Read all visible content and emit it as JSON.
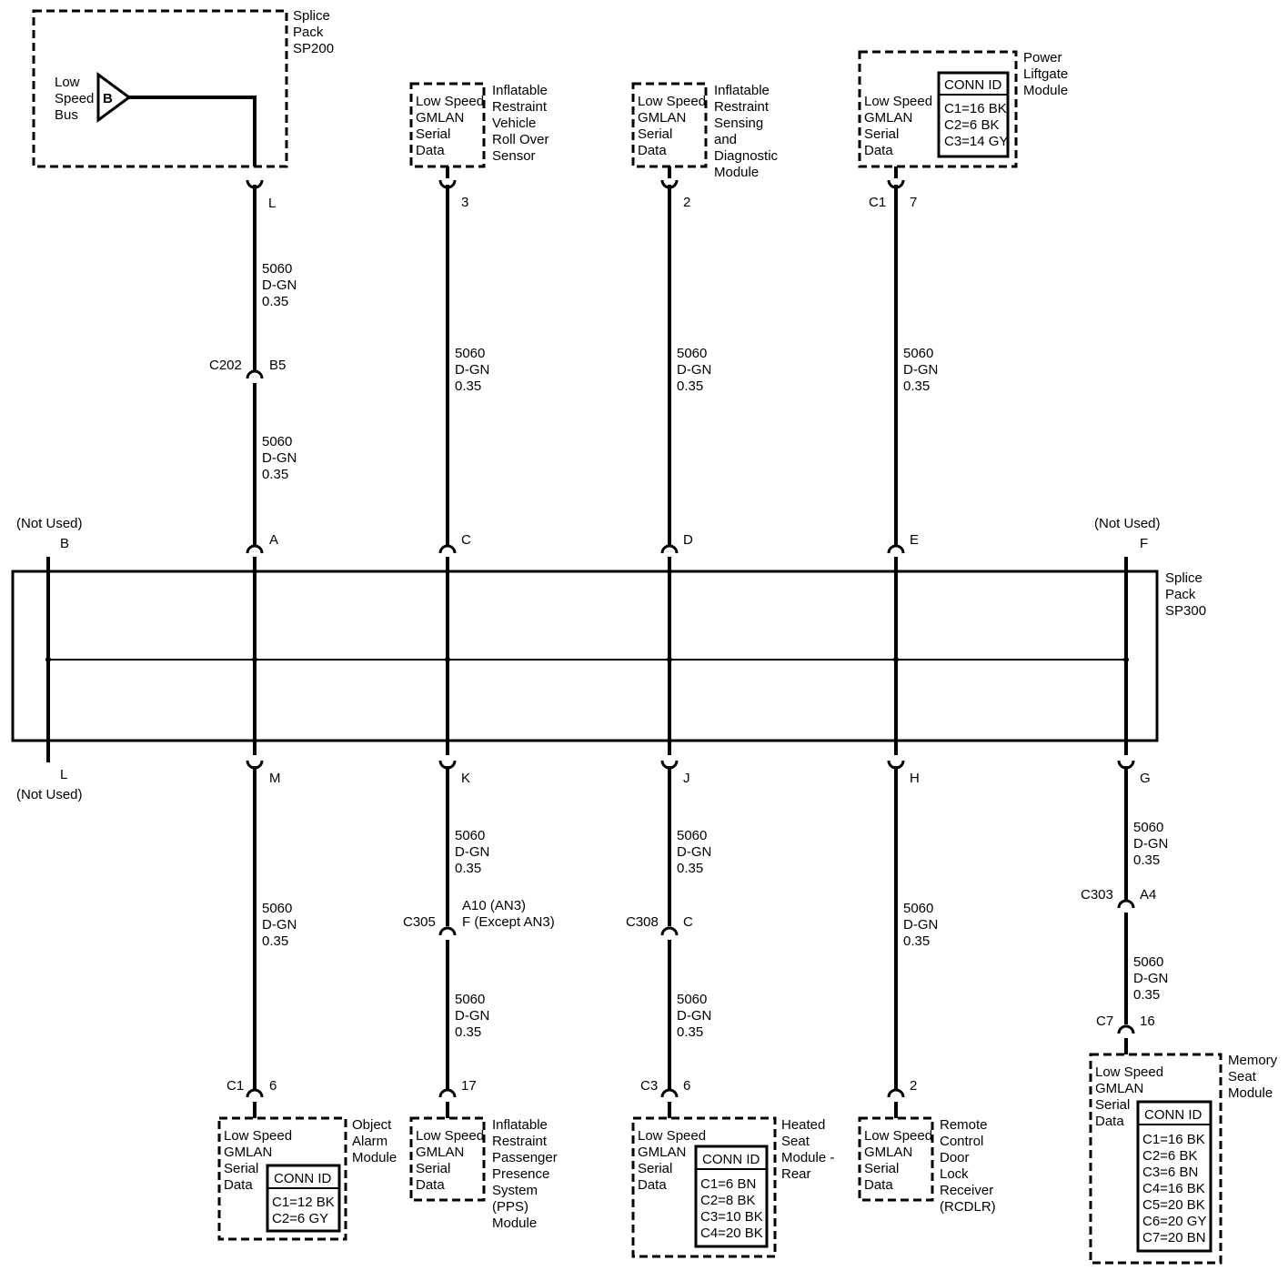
{
  "splice_top": {
    "name": "Splice Pack SP200",
    "name_lines": [
      "Splice",
      "Pack",
      "SP200"
    ],
    "bus_lines": [
      "Low",
      "Speed",
      "Bus"
    ],
    "bus_symbol": "B"
  },
  "splice_main": {
    "name_lines": [
      "Splice",
      "Pack",
      "SP300"
    ],
    "not_used": "(Not Used)"
  },
  "wire": {
    "circuit": "5060",
    "color": "D-GN",
    "gauge": "0.35"
  },
  "gmlan_lines": [
    "Low Speed",
    "GMLAN",
    "Serial",
    "Data"
  ],
  "conn_id_header": "CONN ID",
  "top_modules": [
    {
      "id": "rollover",
      "name_lines": [
        "Inflatable",
        "Restraint",
        "Vehicle",
        "Roll Over",
        "Sensor"
      ],
      "connector": "",
      "pin": "3",
      "splice_pin": "C"
    },
    {
      "id": "sdm",
      "name_lines": [
        "Inflatable",
        "Restraint",
        "Sensing",
        "and",
        "Diagnostic",
        "Module"
      ],
      "connector": "",
      "pin": "2",
      "splice_pin": "D"
    },
    {
      "id": "liftgate",
      "name_lines": [
        "Power",
        "Liftgate",
        "Module"
      ],
      "connector": "C1",
      "pin": "7",
      "splice_pin": "E",
      "conn_ids": [
        "C1=16 BK",
        "C2=6 BK",
        "C3=14 GY"
      ]
    }
  ],
  "sp200_path": {
    "pin": "L",
    "inline_connector": "C202",
    "inline_pin": "B5",
    "splice_pin": "A"
  },
  "splice_pins_top": [
    "B",
    "A",
    "C",
    "D",
    "E",
    "F"
  ],
  "splice_pins_bottom": [
    "L",
    "M",
    "K",
    "J",
    "H",
    "G"
  ],
  "bottom_modules": [
    {
      "id": "object_alarm",
      "name_lines": [
        "Object",
        "Alarm",
        "Module"
      ],
      "connector": "C1",
      "pin": "6",
      "splice_pin": "M",
      "conn_ids": [
        "C1=12 BK",
        "C2=6 GY"
      ]
    },
    {
      "id": "pps",
      "name_lines": [
        "Inflatable",
        "Restraint",
        "Passenger",
        "Presence",
        "System",
        "(PPS)",
        "Module"
      ],
      "connector": "",
      "pin": "17",
      "splice_pin": "K",
      "inline_connector": "C305",
      "inline_pin_lines": [
        "A10 (AN3)",
        "F (Except AN3)"
      ]
    },
    {
      "id": "heated_seat",
      "name_lines": [
        "Heated",
        "Seat",
        "Module -",
        "Rear"
      ],
      "connector": "C3",
      "pin": "6",
      "splice_pin": "J",
      "inline_connector": "C308",
      "inline_pin": "C",
      "conn_ids": [
        "C1=6 BN",
        "C2=8 BK",
        "C3=10 BK",
        "C4=20 BK"
      ]
    },
    {
      "id": "rcdlr",
      "name_lines": [
        "Remote",
        "Control",
        "Door",
        "Lock",
        "Receiver",
        "(RCDLR)"
      ],
      "connector": "",
      "pin": "2",
      "splice_pin": "H"
    },
    {
      "id": "memory_seat",
      "name_lines": [
        "Memory",
        "Seat",
        "Module"
      ],
      "connector": "C7",
      "pin": "16",
      "splice_pin": "G",
      "inline_connector": "C303",
      "inline_pin": "A4",
      "conn_ids": [
        "C1=16 BK",
        "C2=6 BK",
        "C3=6 BN",
        "C4=16 BK",
        "C5=20 BK",
        "C6=20 GY",
        "C7=20 BN"
      ]
    }
  ]
}
